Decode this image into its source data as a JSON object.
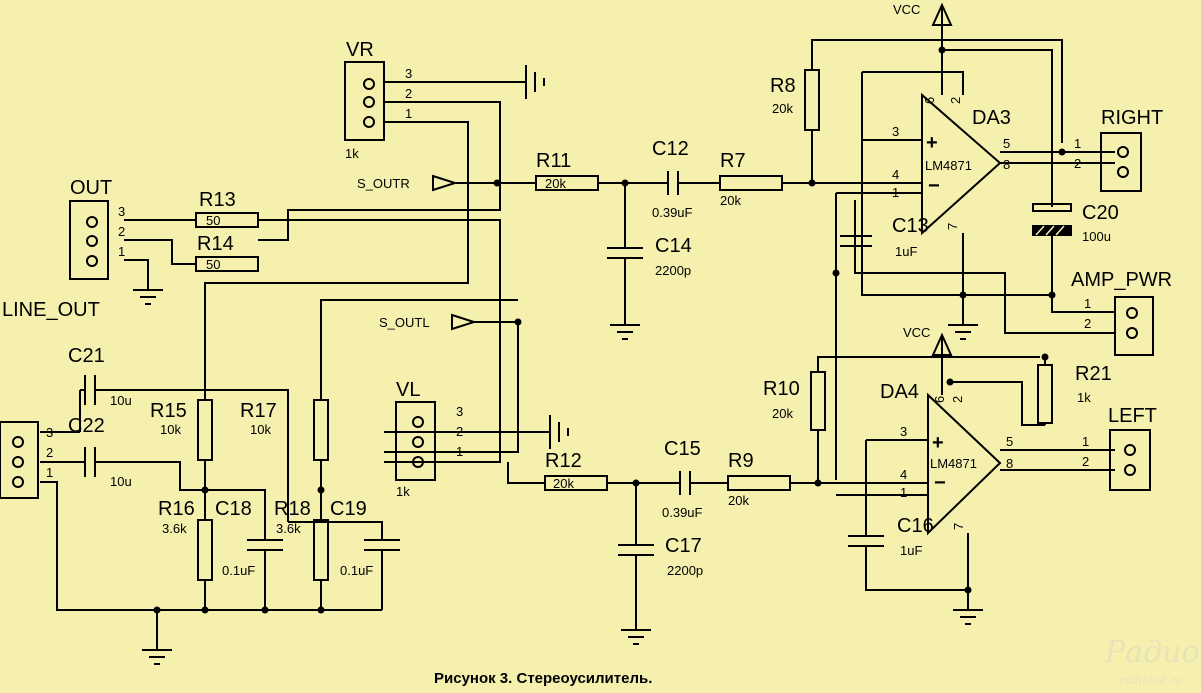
{
  "caption": "Рисунок 3. Стереоусилитель.",
  "watermark": {
    "line1": "Радио КОТ",
    "line2": "radiokot.ru"
  },
  "supply": {
    "vcc_top": "VCC",
    "vcc_mid": "VCC"
  },
  "connectors": {
    "vr": {
      "name": "VR",
      "value": "1k",
      "pins": [
        "3",
        "2",
        "1"
      ]
    },
    "vl": {
      "name": "VL",
      "value": "1k",
      "pins": [
        "3",
        "2",
        "1"
      ]
    },
    "out": {
      "name": "OUT",
      "sub": "LINE_OUT",
      "pins": [
        "3",
        "2",
        "1"
      ]
    },
    "input": {
      "pins": [
        "3",
        "2",
        "1"
      ]
    },
    "right": {
      "name": "RIGHT",
      "pins": [
        "1",
        "2"
      ]
    },
    "left": {
      "name": "LEFT",
      "pins": [
        "1",
        "2"
      ]
    },
    "amp_pwr": {
      "name": "AMP_PWR",
      "pins": [
        "1",
        "2"
      ]
    }
  },
  "nets": {
    "s_outr": "S_OUTR",
    "s_outl": "S_OUTL"
  },
  "resistors": {
    "r13": {
      "name": "R13",
      "value": "50"
    },
    "r14": {
      "name": "R14",
      "value": "50"
    },
    "r11": {
      "name": "R11",
      "value": "20k"
    },
    "r7": {
      "name": "R7",
      "value": "20k"
    },
    "r8": {
      "name": "R8",
      "value": "20k"
    },
    "r12": {
      "name": "R12",
      "value": "20k"
    },
    "r9": {
      "name": "R9",
      "value": "20k"
    },
    "r10": {
      "name": "R10",
      "value": "20k"
    },
    "r15": {
      "name": "R15",
      "value": "10k"
    },
    "r17": {
      "name": "R17",
      "value": "10k"
    },
    "r16": {
      "name": "R16",
      "value": "3.6k"
    },
    "r18": {
      "name": "R18",
      "value": "3.6k"
    },
    "r21": {
      "name": "R21",
      "value": "1k"
    }
  },
  "capacitors": {
    "c12": {
      "name": "C12",
      "value": "0.39uF"
    },
    "c14": {
      "name": "C14",
      "value": "2200p"
    },
    "c13": {
      "name": "C13",
      "value": "1uF"
    },
    "c20": {
      "name": "C20",
      "value": "100u"
    },
    "c15": {
      "name": "C15",
      "value": "0.39uF"
    },
    "c17": {
      "name": "C17",
      "value": "2200p"
    },
    "c16": {
      "name": "C16",
      "value": "1uF"
    },
    "c21": {
      "name": "C21",
      "value": "10u"
    },
    "c22": {
      "name": "C22",
      "value": "10u"
    },
    "c18": {
      "name": "C18",
      "value": "0.1uF"
    },
    "c19": {
      "name": "C19",
      "value": "0.1uF"
    }
  },
  "amps": {
    "da3": {
      "name": "DA3",
      "part": "LM4871",
      "plus": "+",
      "minus": "−",
      "pins": {
        "p3": "3",
        "p4": "4",
        "p1": "1",
        "p5": "5",
        "p8": "8",
        "p6": "6",
        "p2": "2",
        "p7": "7"
      }
    },
    "da4": {
      "name": "DA4",
      "part": "LM4871",
      "plus": "+",
      "minus": "−",
      "pins": {
        "p3": "3",
        "p4": "4",
        "p1": "1",
        "p5": "5",
        "p8": "8",
        "p6": "6",
        "p2": "2",
        "p7": "7"
      }
    }
  }
}
